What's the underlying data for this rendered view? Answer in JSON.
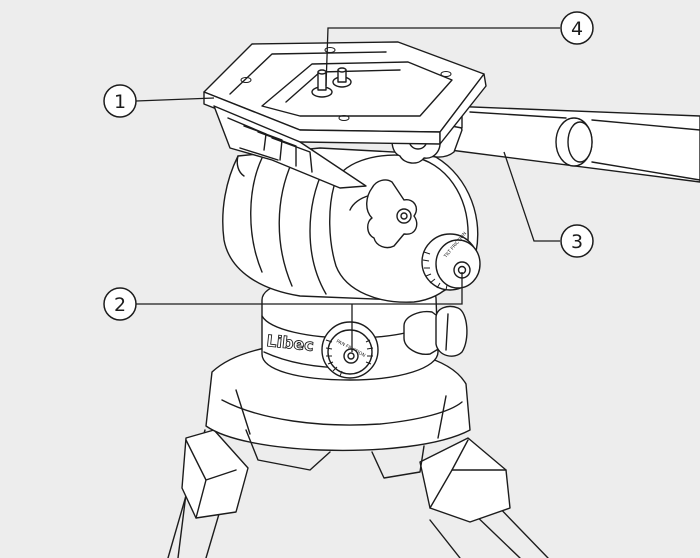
{
  "diagram": {
    "brand_text": "Libec",
    "tilt_knob_text": "TILT FRICTION",
    "pan_knob_text": "PAN FRICTION",
    "callouts": [
      {
        "id": "1",
        "label": "1"
      },
      {
        "id": "2",
        "label": "2"
      },
      {
        "id": "3",
        "label": "3"
      },
      {
        "id": "4",
        "label": "4"
      }
    ]
  },
  "colors": {
    "background": "#ededed",
    "line": "#1c1c1c",
    "fill": "#ffffff"
  }
}
